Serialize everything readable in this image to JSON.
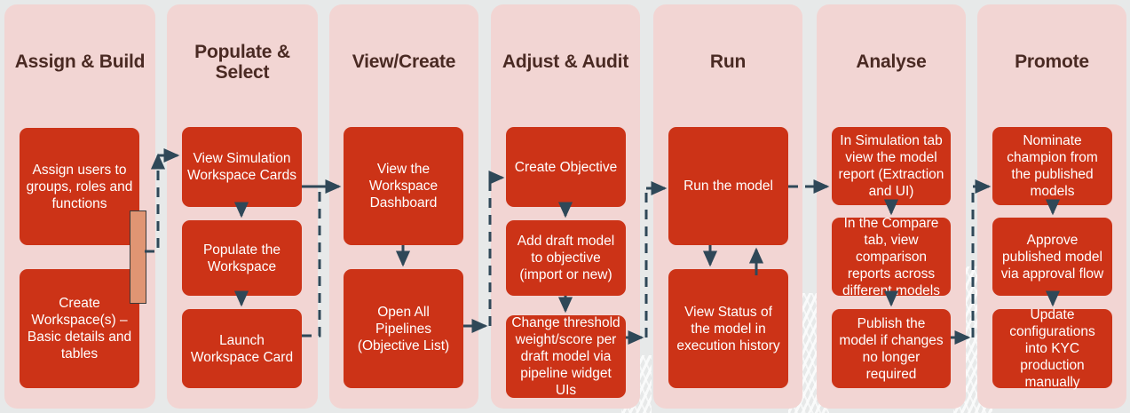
{
  "diagram": {
    "title_color": "#4a2a23",
    "node_color": "#cc3317",
    "panel_color": "#f2d5d3",
    "arrow_color": "#2f4858",
    "accent_bar_color": "#e09573",
    "background_color": "#e7e9e9"
  },
  "columns": [
    {
      "title": "Assign & Build",
      "nodes": [
        "Assign users to groups, roles and functions",
        "Create Workspace(s) – Basic details and tables"
      ]
    },
    {
      "title": "Populate & Select",
      "nodes": [
        "View Simulation Workspace Cards",
        "Populate the Workspace",
        "Launch Workspace Card"
      ]
    },
    {
      "title": "View/Create",
      "nodes": [
        "View the Workspace Dashboard",
        "Open All Pipelines (Objective List)"
      ]
    },
    {
      "title": "Adjust & Audit",
      "nodes": [
        "Create Objective",
        "Add draft model to objective (import or new)",
        "Change threshold weight/score per draft model via pipeline widget UIs"
      ]
    },
    {
      "title": "Run",
      "nodes": [
        "Run the model",
        "View Status of the model in execution history"
      ]
    },
    {
      "title": "Analyse",
      "nodes": [
        "In Simulation tab view the model report (Extraction and UI)",
        "In the Compare tab, view comparison reports across different models",
        "Publish the model if changes no longer required"
      ]
    },
    {
      "title": "Promote",
      "nodes": [
        "Nominate champion from the published models",
        "Approve published model via approval flow",
        "Update configurations into KYC production manually"
      ]
    }
  ]
}
